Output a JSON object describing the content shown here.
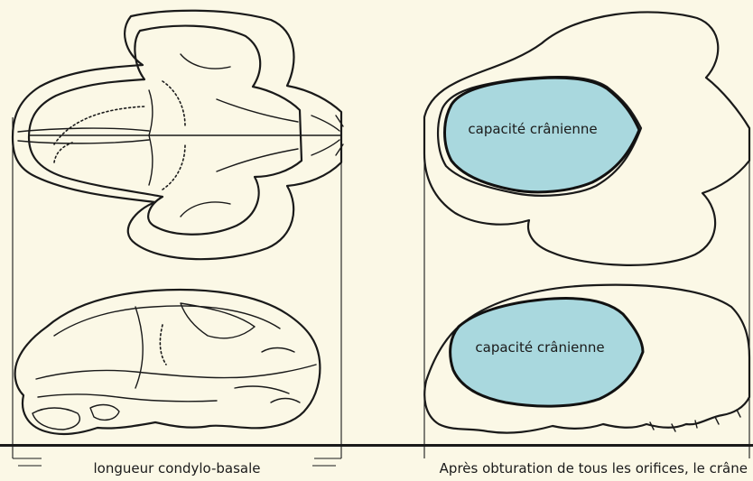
{
  "labels": {
    "cavity_top": "capacité crânienne",
    "cavity_bottom": "capacité crânienne",
    "measure_caption": "longueur condylo-basale",
    "right_caption": "Après obturation de tous les orifices, le crâne"
  },
  "colors": {
    "background": "#fbf8e6",
    "cavity_fill": "#a9d8de",
    "ink": "#1a1a1a"
  }
}
